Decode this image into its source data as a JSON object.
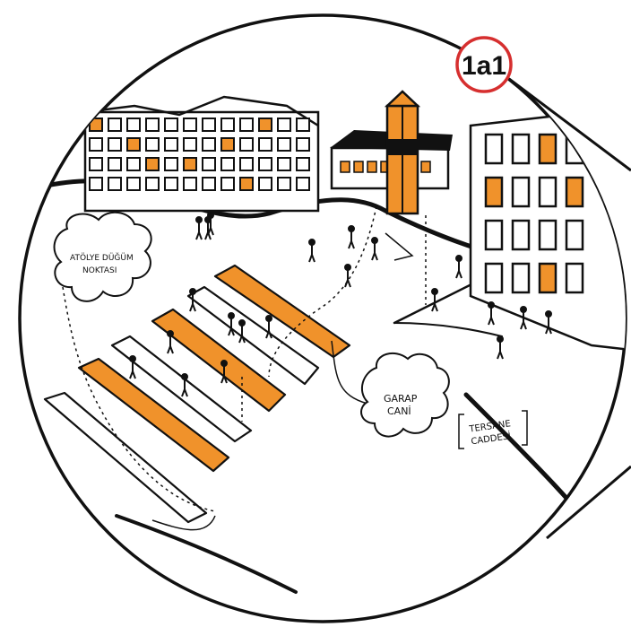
{
  "badge": {
    "label": "1a1",
    "ring_color": "#d62f2f"
  },
  "annotations": {
    "left_cloud": [
      "ATÖLYE DÜĞÜM",
      "NOKTASI"
    ],
    "right_cloud": [
      "GARAP",
      "CANİ"
    ],
    "street_sign": [
      "TERSANE",
      "CADDESİ"
    ]
  },
  "colors": {
    "accent": "#f0922b",
    "ink": "#111111",
    "paper": "#ffffff"
  }
}
